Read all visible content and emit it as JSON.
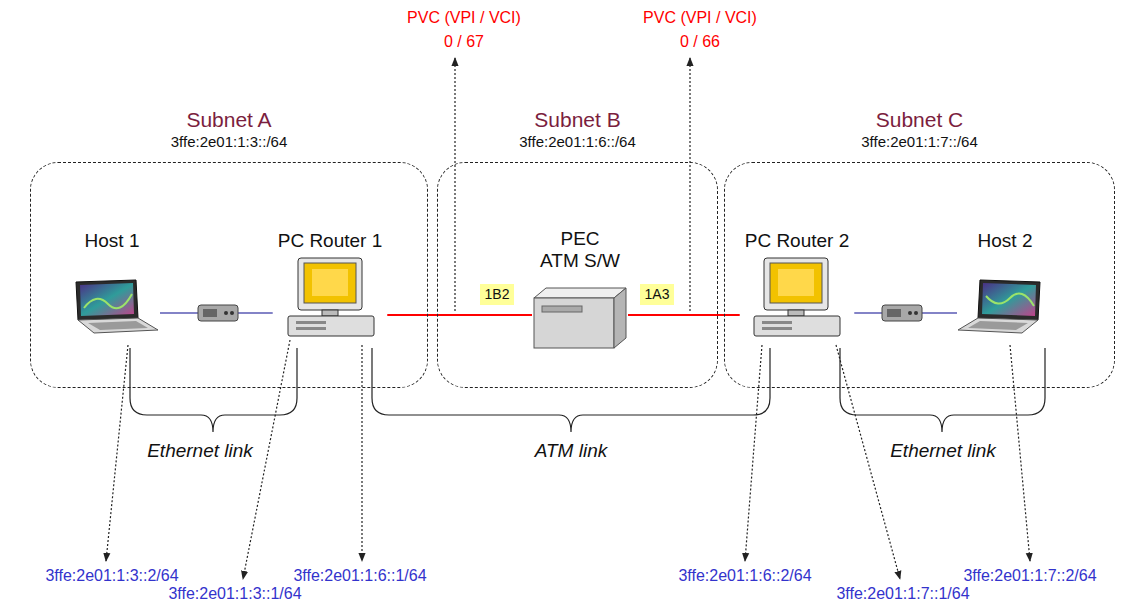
{
  "diagram": {
    "nodes": [
      {
        "text": [
          "Subnet A",
          "3ffe:2e01:1:3::/64"
        ]
      },
      {
        "text": [
          "Host 1"
        ],
        "in": 0
      },
      {
        "text": [
          "PC Router 1"
        ],
        "in": 0
      },
      {
        "text": [
          "Subnet B",
          "3ffe:2e01:1:6::/64"
        ]
      },
      {
        "text": [
          "PEC ATM S/W"
        ],
        "in": 3
      },
      {
        "text": [
          "Subnet C",
          "3ffe:2e01:1:7::/64"
        ]
      },
      {
        "text": [
          "PC Router 2"
        ],
        "in": 5
      },
      {
        "text": [
          "Host 2"
        ],
        "in": 5
      }
    ],
    "edges": [
      {
        "from": 1,
        "to": 2,
        "arrow": "none"
      },
      {
        "from": 2,
        "to": 4,
        "arrow": "none"
      },
      {
        "from": 4,
        "to": 6,
        "arrow": "none"
      },
      {
        "from": 6,
        "to": 7,
        "arrow": "none"
      }
    ],
    "labels": [
      "PVC (VPI / VCI)",
      "0 / 67",
      "PVC (VPI / VCI)",
      "0 / 66",
      "1B2",
      "1A3",
      "Ethernet link",
      "ATM link",
      "Ethernet link",
      "3ffe:2e01:1:3::2/64",
      "3ffe:2e01:1:3::1/64",
      "3ffe:2e01:1:6::1/64",
      "3ffe:2e01:1:6::2/64",
      "3ffe:2e01:1:7::1/64",
      "3ffe:2e01:1:7::2/64"
    ]
  }
}
